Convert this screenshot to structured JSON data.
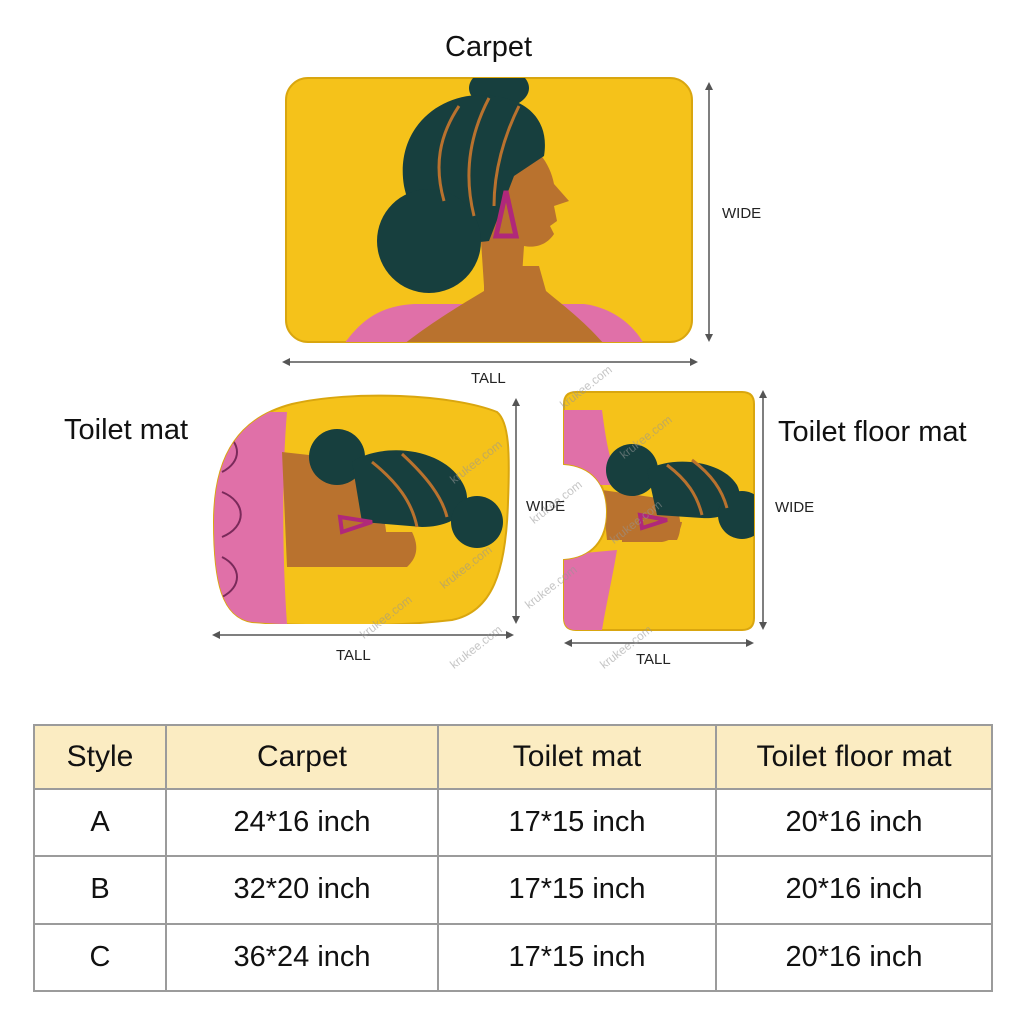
{
  "labels": {
    "carpet": "Carpet",
    "toilet_mat": "Toilet mat",
    "toilet_floor_mat": "Toilet floor mat",
    "wide": "WIDE",
    "tall": "TALL",
    "watermark": "krukee.com"
  },
  "colors": {
    "mat_yellow": "#f5c21a",
    "hair": "#173f3e",
    "skin": "#b9722e",
    "earring": "#b0287a",
    "pattern_pink": "#e070a8",
    "header_bg": "#fbecc2",
    "border": "#9b9b9b"
  },
  "table": {
    "headers": [
      "Style",
      "Carpet",
      "Toilet mat",
      "Toilet floor mat"
    ],
    "rows": [
      [
        "A",
        "24*16 inch",
        "17*15 inch",
        "20*16 inch"
      ],
      [
        "B",
        "32*20 inch",
        "17*15 inch",
        "20*16 inch"
      ],
      [
        "C",
        "36*24 inch",
        "17*15 inch",
        "20*16 inch"
      ]
    ]
  }
}
